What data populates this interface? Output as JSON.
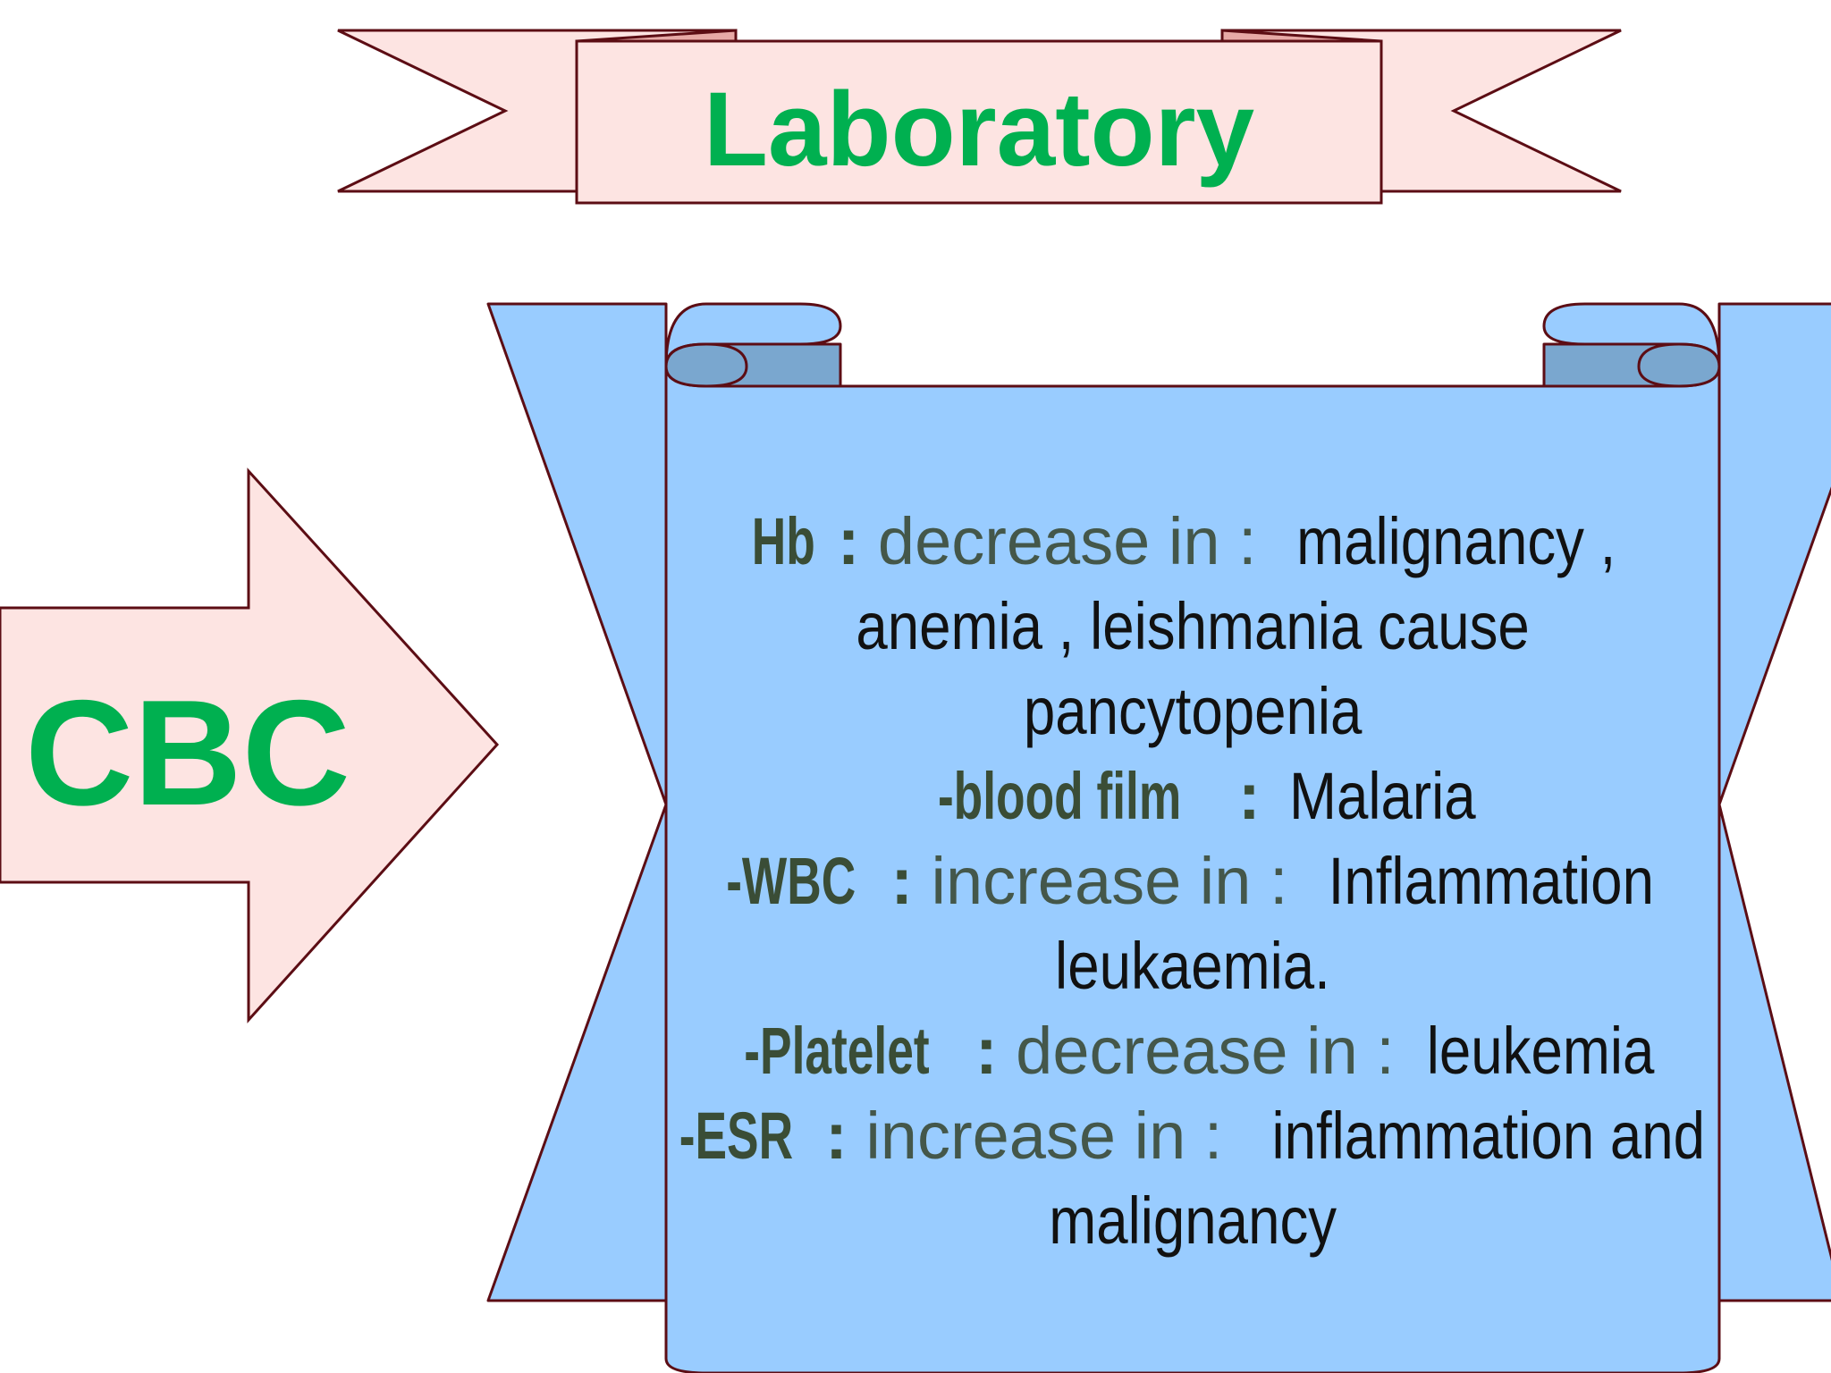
{
  "banner": {
    "title": "Laboratory"
  },
  "arrow": {
    "label": "CBC"
  },
  "scroll": {
    "lines": [
      {
        "key": "Hb",
        "sep": " : ",
        "qual": "decrease in : ",
        "val": "malignancy ,"
      },
      {
        "val": "anemia , leishmania cause"
      },
      {
        "val": "pancytopenia"
      },
      {
        "key": "-blood film",
        "sep": " : ",
        "val": "Malaria"
      },
      {
        "key": "-WBC",
        "sep": " : ",
        "qual": "increase in :  ",
        "val": "Inflammation"
      },
      {
        "val": "leukaemia."
      },
      {
        "key": "-Platelet",
        "sep": " : ",
        "qual": "decrease in :   ",
        "val": "leukemia"
      },
      {
        "key": "-ESR",
        "sep": " : ",
        "qual": "increase in : ",
        "val": "inflammation and"
      },
      {
        "val": "malignancy"
      }
    ]
  },
  "colors": {
    "banner_fill": "#fde4e2",
    "outline": "#5c0d14",
    "title_green": "#00b050",
    "scroll_fill": "#99ccff",
    "scroll_fold": "#7aa7cf",
    "key_text": "#3a4d36"
  }
}
